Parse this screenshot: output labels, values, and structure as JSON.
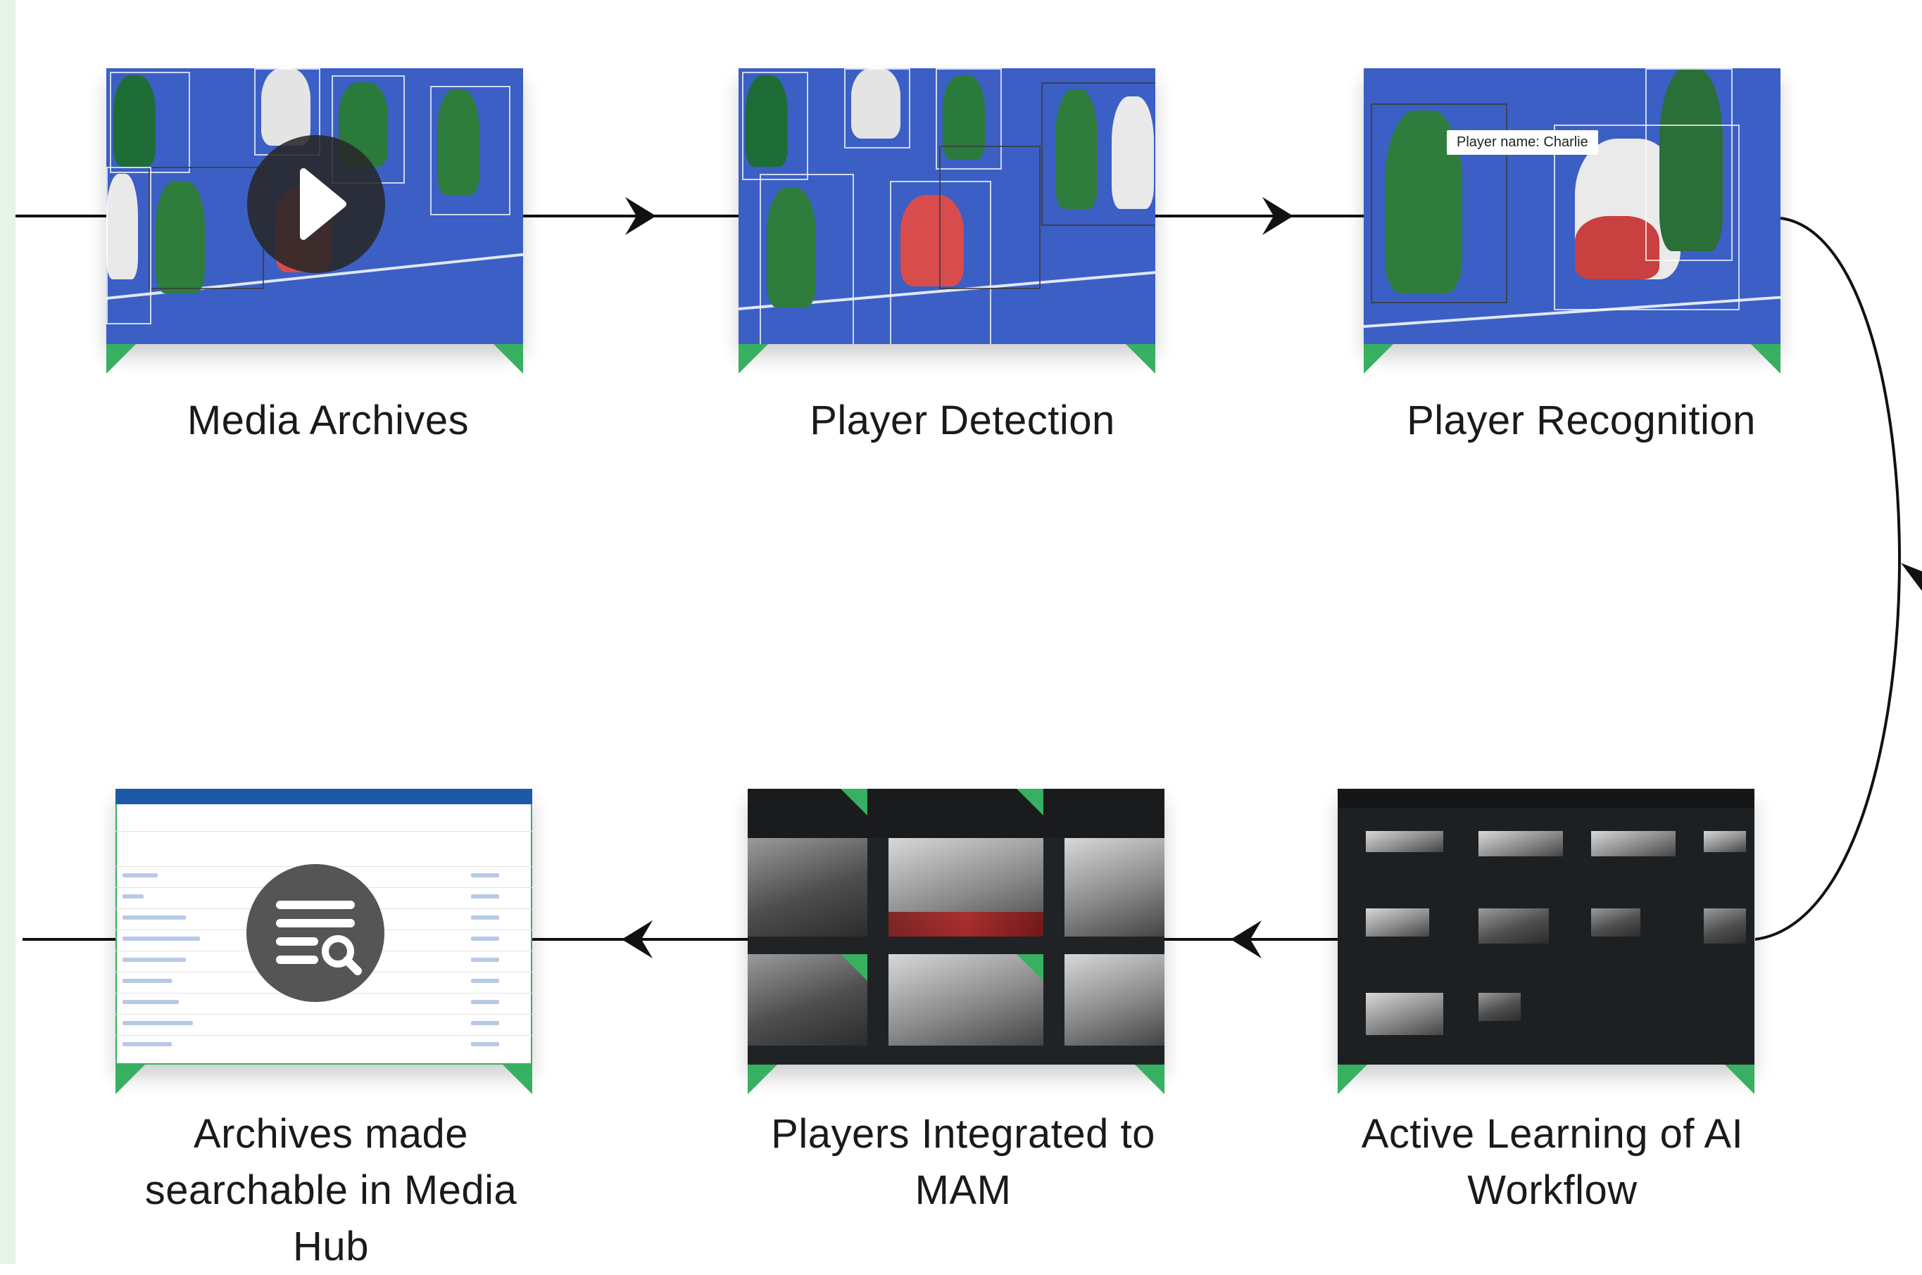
{
  "colors": {
    "accent": "#37b061",
    "line": "#111111",
    "field": "#3b5fc4"
  },
  "steps": [
    {
      "caption": "Media Archives",
      "icon": "play-icon"
    },
    {
      "caption": "Player Detection"
    },
    {
      "caption": "Player Recognition",
      "tag": "Player name: Charlie"
    },
    {
      "caption": "Active Learning of AI Workflow"
    },
    {
      "caption": "Players Integrated to MAM"
    },
    {
      "caption": "Archives made searchable in Media Hub",
      "icon": "search-list-icon"
    }
  ]
}
